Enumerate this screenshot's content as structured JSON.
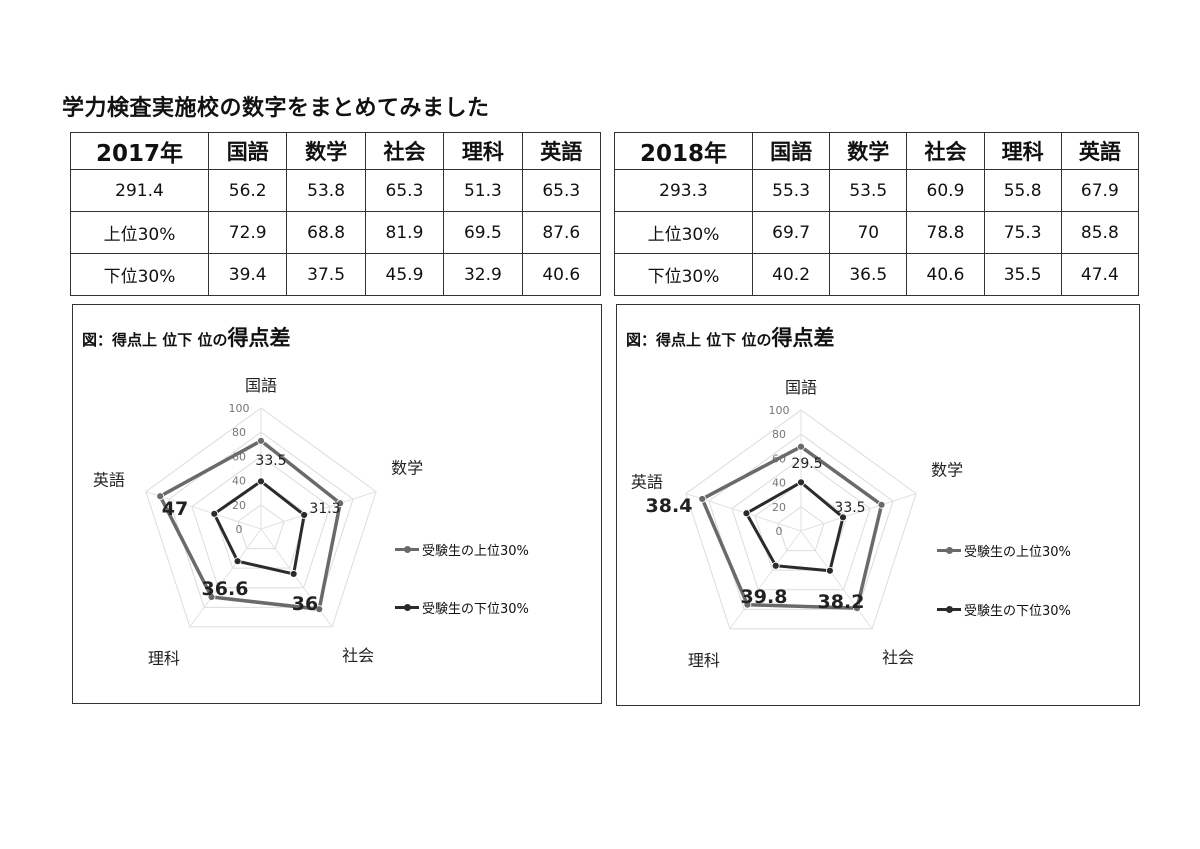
{
  "page": {
    "title": "学力検査実施校の数字をまとめてみました"
  },
  "tables": [
    {
      "year": "2017年",
      "subjects": [
        "国語",
        "数学",
        "社会",
        "理科",
        "英語"
      ],
      "rows": [
        {
          "label": "291.4",
          "values": [
            "56.2",
            "53.8",
            "65.3",
            "51.3",
            "65.3"
          ]
        },
        {
          "label": "上位30%",
          "values": [
            "72.9",
            "68.8",
            "81.9",
            "69.5",
            "87.6"
          ]
        },
        {
          "label": "下位30%",
          "values": [
            "39.4",
            "37.5",
            "45.9",
            "32.9",
            "40.6"
          ]
        }
      ]
    },
    {
      "year": "2018年",
      "subjects": [
        "国語",
        "数学",
        "社会",
        "理科",
        "英語"
      ],
      "rows": [
        {
          "label": "293.3",
          "values": [
            "55.3",
            "53.5",
            "60.9",
            "55.8",
            "67.9"
          ]
        },
        {
          "label": "上位30%",
          "values": [
            "69.7",
            "70",
            "78.8",
            "75.3",
            "85.8"
          ]
        },
        {
          "label": "下位30%",
          "values": [
            "40.2",
            "36.5",
            "40.6",
            "35.5",
            "47.4"
          ]
        }
      ]
    }
  ],
  "chart_data": [
    {
      "type": "radar",
      "title_prefix": "図：得点上 位下 位の",
      "title_main": "得点差",
      "categories": [
        "国語",
        "数学",
        "社会",
        "理科",
        "英語"
      ],
      "scale_ticks": [
        "0",
        "20",
        "40",
        "60",
        "80",
        "100"
      ],
      "rlim": [
        0,
        100
      ],
      "grid": true,
      "legend_position": "right",
      "series": [
        {
          "name": "受験生の上位30%",
          "values": [
            72.9,
            68.8,
            81.9,
            69.5,
            87.6
          ],
          "color": "#6a6a6a"
        },
        {
          "name": "受験生の下位30%",
          "values": [
            39.4,
            37.5,
            45.9,
            32.9,
            40.6
          ],
          "color": "#2b2b2b"
        }
      ],
      "difference_labels": [
        "33.5",
        "31.3",
        "36",
        "36.6",
        "47"
      ]
    },
    {
      "type": "radar",
      "title_prefix": "図：得点上 位下 位の",
      "title_main": "得点差",
      "categories": [
        "国語",
        "数学",
        "社会",
        "理科",
        "英語"
      ],
      "scale_ticks": [
        "0",
        "20",
        "40",
        "60",
        "80",
        "100"
      ],
      "rlim": [
        0,
        100
      ],
      "grid": true,
      "legend_position": "right",
      "series": [
        {
          "name": "受験生の上位30%",
          "values": [
            69.7,
            70,
            78.8,
            75.3,
            85.8
          ],
          "color": "#6a6a6a"
        },
        {
          "name": "受験生の下位30%",
          "values": [
            40.2,
            36.5,
            40.6,
            35.5,
            47.4
          ],
          "color": "#2b2b2b"
        }
      ],
      "difference_labels": [
        "29.5",
        "33.5",
        "38.2",
        "39.8",
        "38.4"
      ]
    }
  ]
}
